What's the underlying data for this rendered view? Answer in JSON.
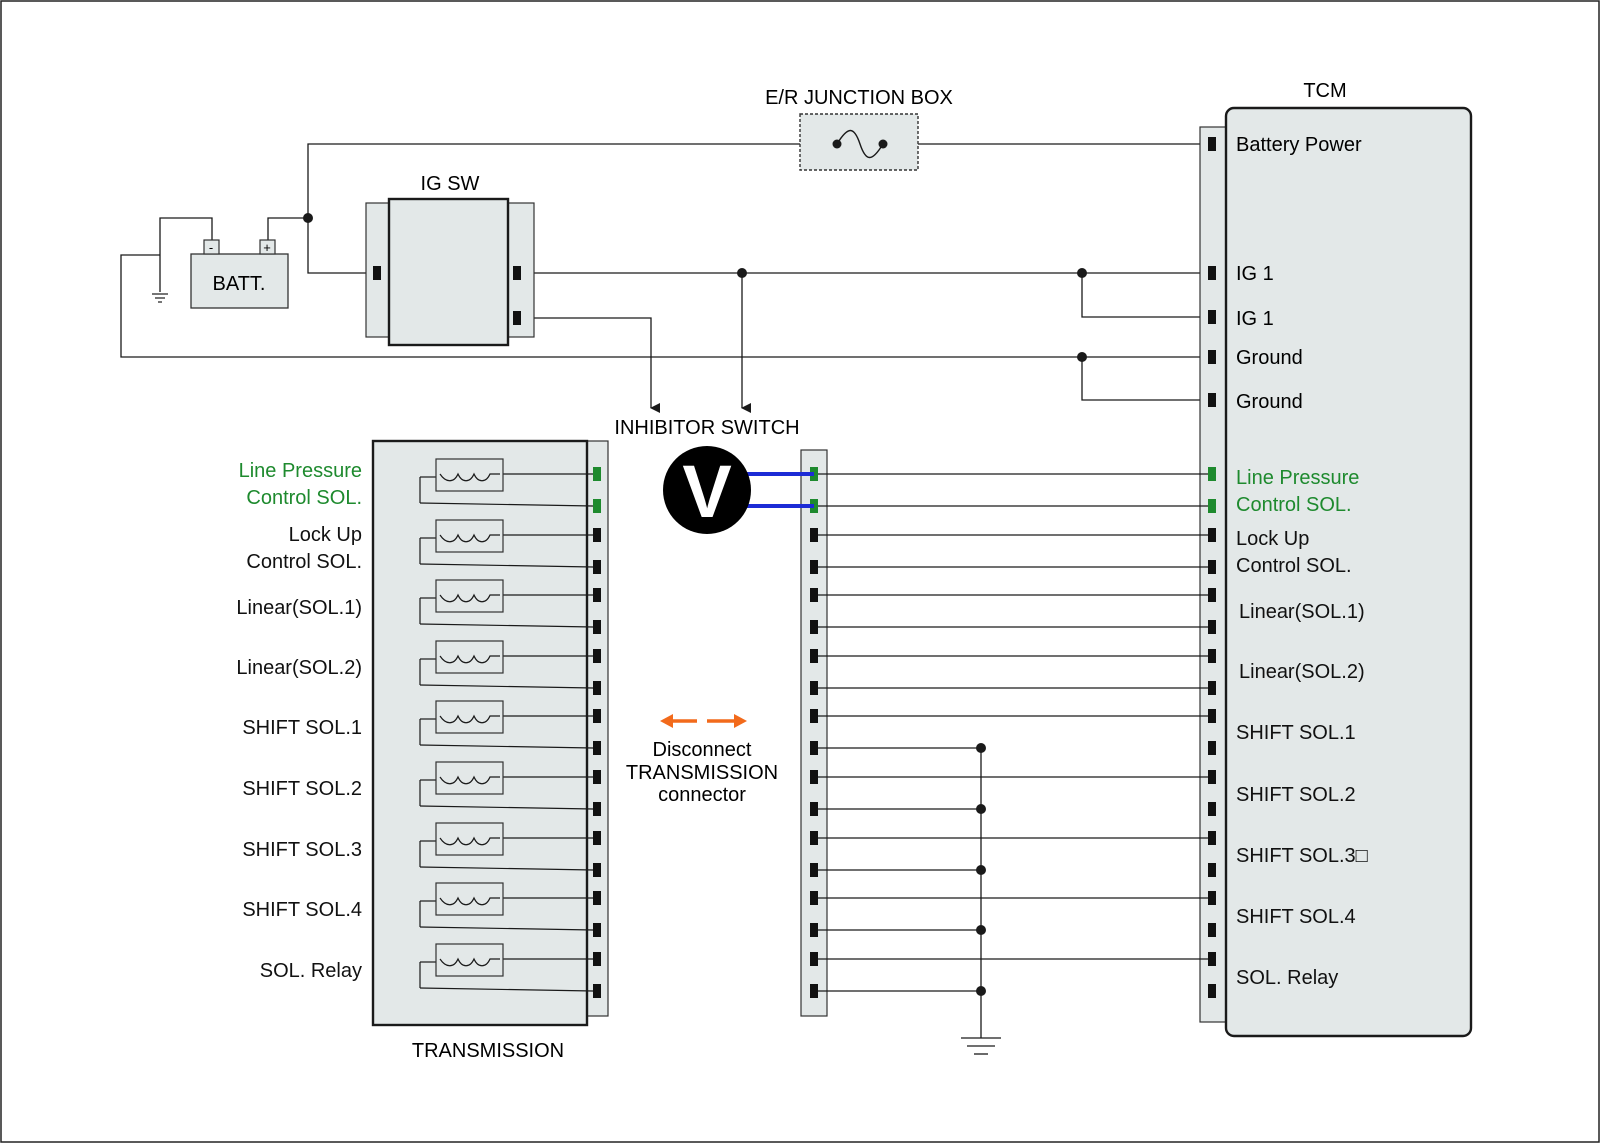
{
  "labels": {
    "junction_box": "E/R JUNCTION BOX",
    "tcm": "TCM",
    "ig_sw": "IG SW",
    "batt": "BATT.",
    "batt_minus": "-",
    "batt_plus": "+",
    "inhibitor_switch": "INHIBITOR SWITCH",
    "transmission": "TRANSMISSION",
    "voltmeter": "V",
    "disconnect": [
      "Disconnect",
      "TRANSMISSION",
      "connector"
    ]
  },
  "tcm_pins": [
    "Battery Power",
    "IG 1",
    "IG 1",
    "Ground",
    "Ground"
  ],
  "solenoids_left": [
    [
      "Line Pressure",
      "Control SOL."
    ],
    [
      "Lock Up",
      "Control SOL."
    ],
    [
      "Linear(SOL.1)"
    ],
    [
      "Linear(SOL.2)"
    ],
    [
      "SHIFT SOL.1"
    ],
    [
      "SHIFT SOL.2"
    ],
    [
      "SHIFT SOL.3"
    ],
    [
      "SHIFT SOL.4"
    ],
    [
      "SOL. Relay"
    ]
  ],
  "solenoids_right": [
    [
      "Line Pressure",
      "Control SOL."
    ],
    [
      "Lock Up",
      "Control SOL."
    ],
    [
      "Linear(SOL.1)"
    ],
    [
      "Linear(SOL.2)"
    ],
    [
      "SHIFT SOL.1"
    ],
    [
      "SHIFT SOL.2"
    ],
    [
      "SHIFT SOL.3□"
    ],
    [
      "SHIFT SOL.4"
    ],
    [
      "SOL. Relay"
    ]
  ],
  "colors": {
    "highlight": "#1e8a2e",
    "probe": "#1c2bd6",
    "arrow": "#f26a1b",
    "box_fill": "#e3e8e8",
    "line": "#1a1a1a"
  }
}
